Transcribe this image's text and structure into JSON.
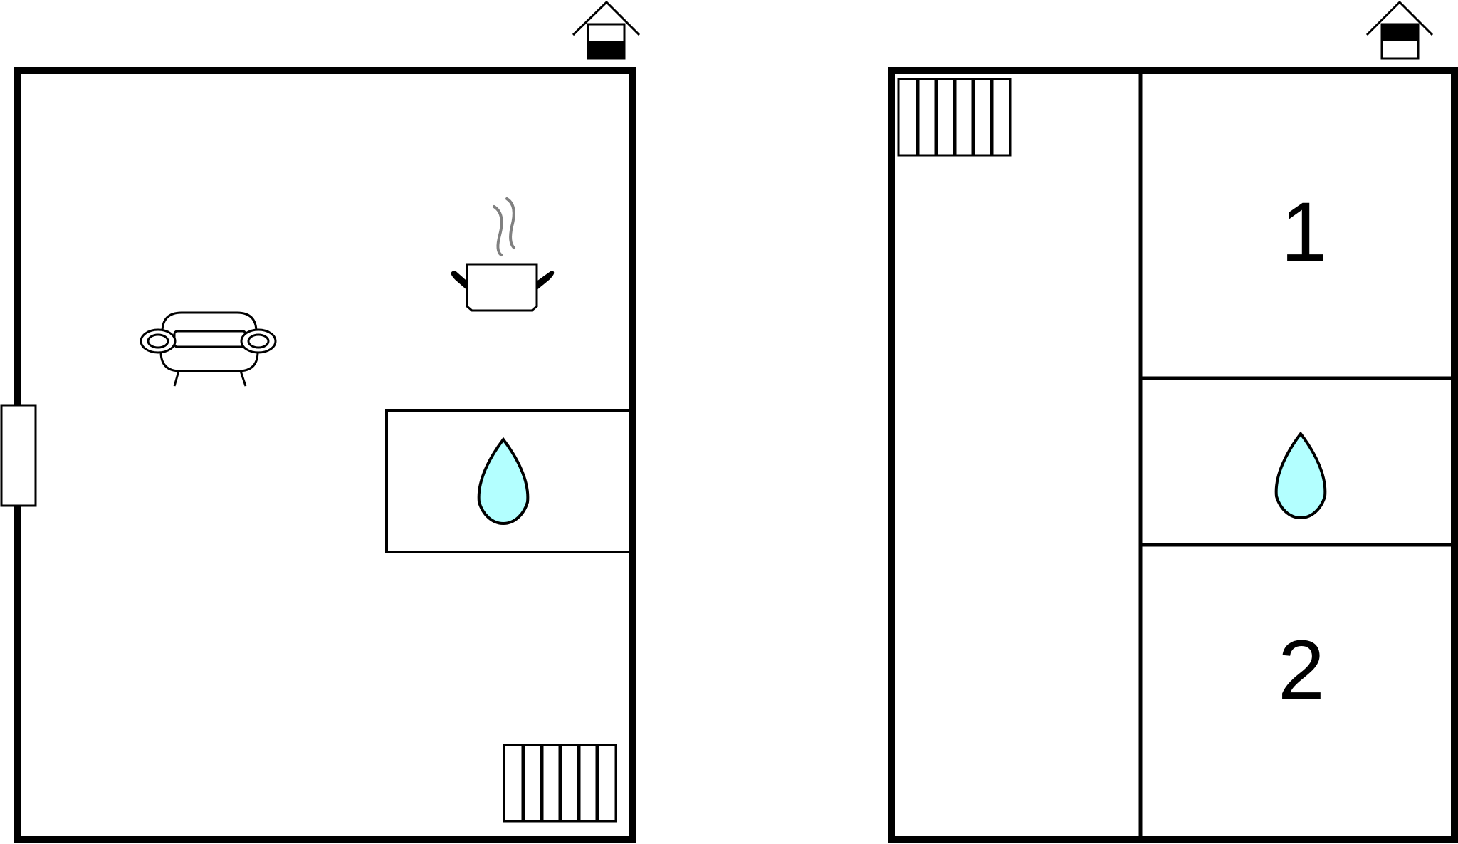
{
  "colors": {
    "wall": "#000000",
    "water": "#b3ffff",
    "steam": "#808080",
    "background": "#ffffff"
  },
  "floors": [
    {
      "name": "ground-floor",
      "icons": [
        "house-level-icon",
        "sofa-icon",
        "cooking-pot-icon",
        "water-drop-icon",
        "stairs-icon",
        "door-icon"
      ]
    },
    {
      "name": "upper-floor",
      "icons": [
        "house-level-icon",
        "stairs-icon",
        "water-drop-icon"
      ],
      "bedrooms": [
        {
          "label": "1"
        },
        {
          "label": "2"
        }
      ]
    }
  ]
}
